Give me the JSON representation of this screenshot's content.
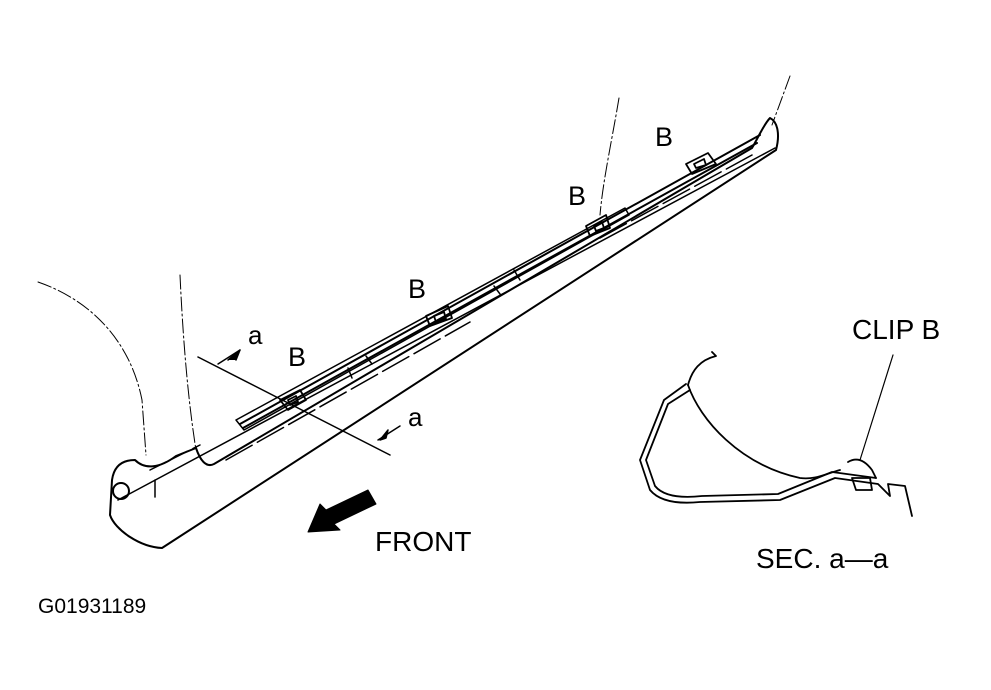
{
  "labels": {
    "clip_marker": "B",
    "section_marker": "a",
    "front": "FRONT",
    "clip_b": "CLIP B",
    "section_view": "SEC. a—a",
    "figure_id": "G01931189"
  },
  "colors": {
    "ink": "#000000",
    "paper": "#ffffff"
  }
}
